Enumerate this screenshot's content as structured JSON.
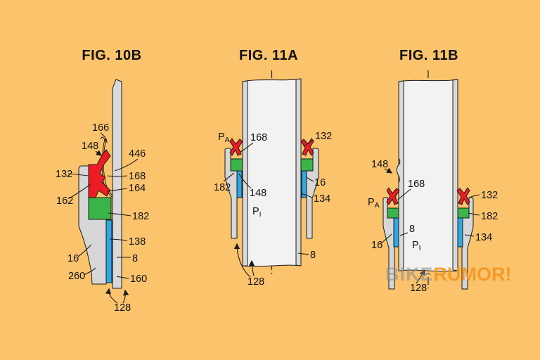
{
  "page": {
    "background": "#FAC36C",
    "watermark": {
      "gray_part": "BIKE",
      "orange_part": "RUMOR!"
    }
  },
  "colors": {
    "seal_red": "#ED1C24",
    "energizer_green": "#3BB54A",
    "bushing_blue": "#2FA8E1",
    "housing_gray": "#D7D7D7",
    "tube_gray": "#D9D9D9",
    "tube_inner": "#F2F2F2",
    "lip_tan": "#F2B95F",
    "outline": "#1A1A1A",
    "watermark_gray": "#8C8C8C",
    "watermark_orange": "#F5941E"
  },
  "fig10b": {
    "title": "FIG. 10B",
    "labels": {
      "l166": "166",
      "l148": "148",
      "l446": "446",
      "l132": "132",
      "l168": "168",
      "l164": "164",
      "l162": "162",
      "l182": "182",
      "l138": "138",
      "l16": "16",
      "l8": "8",
      "l260": "260",
      "l160": "160",
      "l128": "128"
    }
  },
  "fig11a": {
    "title": "FIG. 11A",
    "labels": {
      "pa_main": "P",
      "pa_sub": "A",
      "l168": "168",
      "l132": "132",
      "l182": "182",
      "l148": "148",
      "l16": "16",
      "l134": "134",
      "pi_main": "P",
      "pi_sub": "I",
      "l8": "8",
      "l128": "128"
    }
  },
  "fig11b": {
    "title": "FIG. 11B",
    "labels": {
      "l148": "148",
      "l168": "168",
      "pa_main": "P",
      "pa_sub": "A",
      "l132": "132",
      "l182": "182",
      "l8": "8",
      "l134": "134",
      "l16": "16",
      "pi_main": "P",
      "pi_sub": "I",
      "l128": "128"
    }
  }
}
